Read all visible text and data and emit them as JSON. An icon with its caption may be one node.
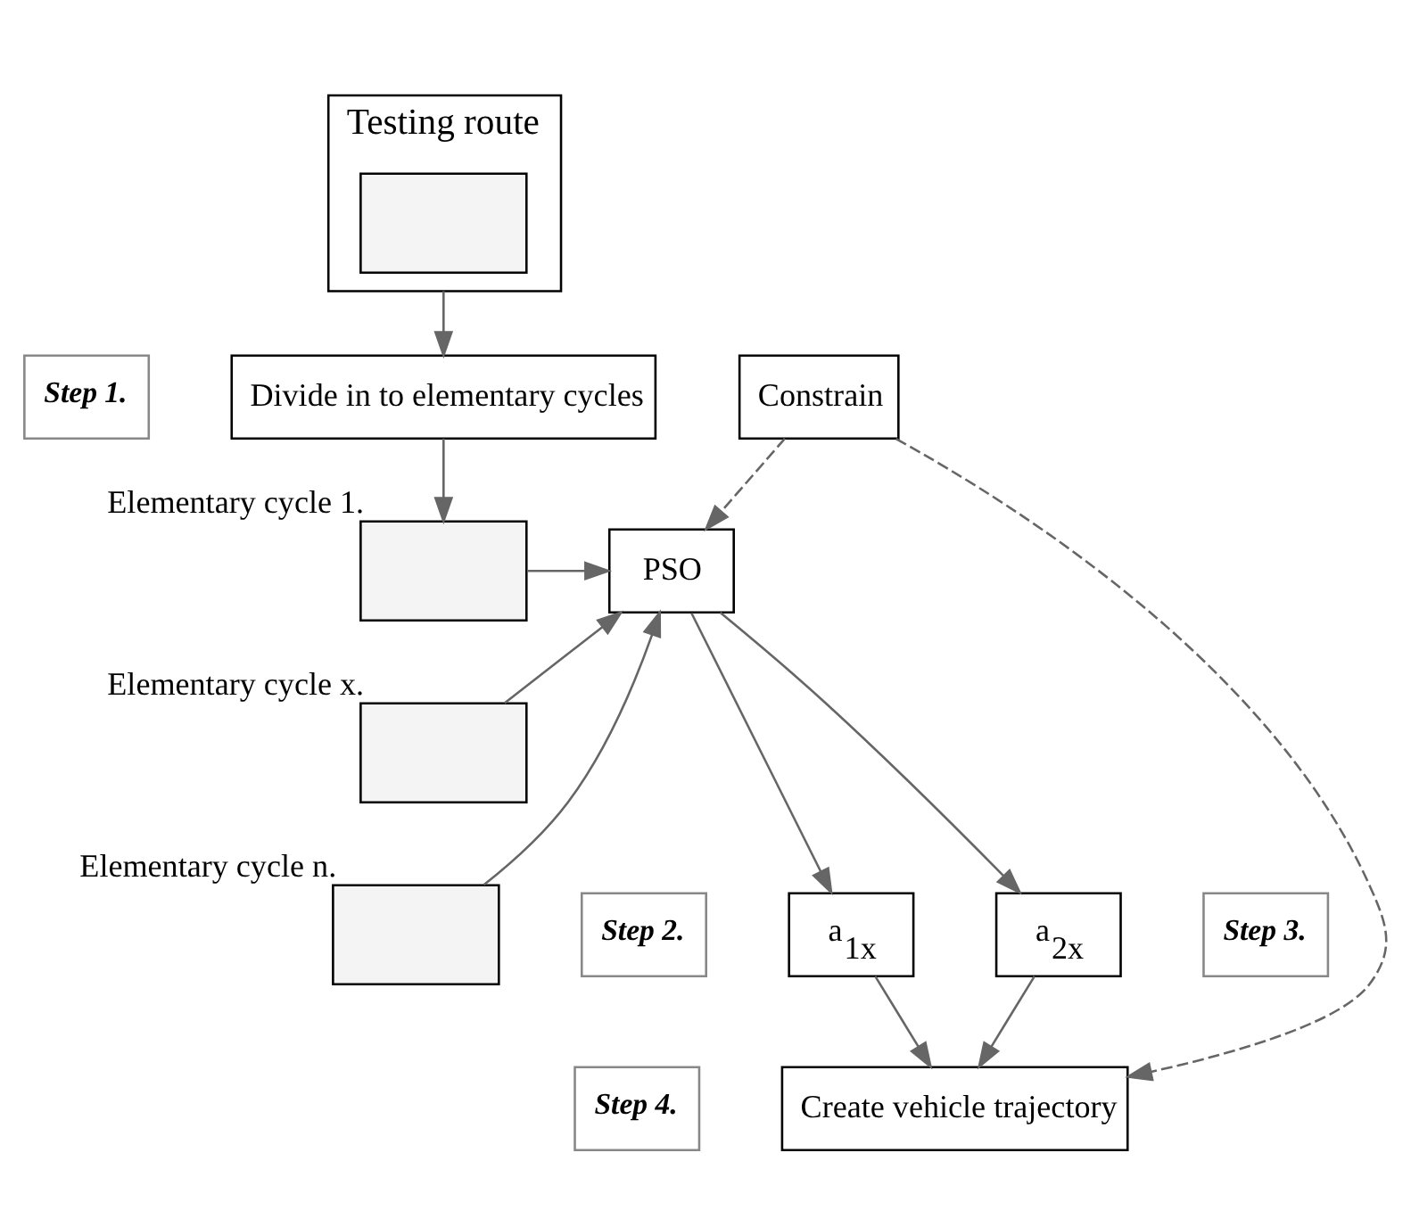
{
  "diagram": {
    "nodes": [
      {
        "text": [
          "Testing route"
        ]
      },
      {
        "text": [],
        "shape": "box",
        "in": 0
      },
      {
        "text": [
          "Divide in to elementary cycles"
        ]
      },
      {
        "text": [
          "Constrain"
        ]
      },
      {
        "text": [
          "Step 1."
        ]
      },
      {
        "text": [],
        "shape": "box",
        "beside": [
          "Elementary cycle 1."
        ]
      },
      {
        "text": [],
        "shape": "box",
        "beside": [
          "Elementary cycle x."
        ]
      },
      {
        "text": [],
        "shape": "box",
        "beside": [
          "Elementary cycle n."
        ]
      },
      {
        "text": [
          "PSO"
        ]
      },
      {
        "text": [
          "Step 2."
        ]
      },
      {
        "text": [
          "a$_{1x}$"
        ]
      },
      {
        "text": [
          "a$_{2x}$"
        ]
      },
      {
        "text": [
          "Step 3."
        ]
      },
      {
        "text": [
          "Create vehicle trajectory"
        ]
      },
      {
        "text": [
          "Step 4."
        ]
      }
    ],
    "edges": [
      {
        "from": 0,
        "to": 2,
        "arrow": "to"
      },
      {
        "from": 2,
        "to": 5,
        "arrow": "to"
      },
      {
        "from": 5,
        "to": 8,
        "arrow": "to"
      },
      {
        "from": 6,
        "to": 8,
        "arrow": "to"
      },
      {
        "from": 7,
        "to": 8,
        "arrow": "to"
      },
      {
        "from": 3,
        "to": 8,
        "arrow": "to",
        "style": "dashed"
      },
      {
        "from": 8,
        "to": 10,
        "arrow": "to"
      },
      {
        "from": 8,
        "to": 11,
        "arrow": "to"
      },
      {
        "from": 10,
        "to": 13,
        "arrow": "to"
      },
      {
        "from": 11,
        "to": 13,
        "arrow": "to"
      },
      {
        "from": 3,
        "to": 13,
        "arrow": "to",
        "style": "dashed"
      }
    ]
  }
}
